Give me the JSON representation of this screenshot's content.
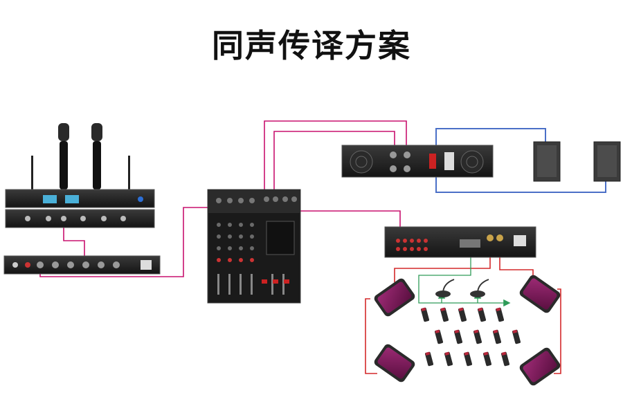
{
  "title": "同声传译方案",
  "colors": {
    "audio_cable": "#c8106e",
    "speaker_cable": "#4a6fc7",
    "ir_signal_cable": "#2e9b58",
    "radiator_cable": "#d4282a",
    "device_body": "#1c1c1c",
    "radiator_face": "#7a1a58"
  },
  "devices": [
    {
      "name": "wireless-microphone-receiver",
      "icon": "rack-receiver-with-handheld-mics"
    },
    {
      "name": "audio-processor",
      "icon": "rack-unit"
    },
    {
      "name": "mixer",
      "icon": "mixing-console"
    },
    {
      "name": "power-amplifier",
      "icon": "rack-amplifier"
    },
    {
      "name": "loudspeaker-left",
      "icon": "speaker-cabinet"
    },
    {
      "name": "loudspeaker-right",
      "icon": "speaker-cabinet"
    },
    {
      "name": "ir-transmitter",
      "icon": "rack-transmitter"
    },
    {
      "name": "interpreter-unit-1",
      "icon": "gooseneck-microphone"
    },
    {
      "name": "interpreter-unit-2",
      "icon": "gooseneck-microphone"
    },
    {
      "name": "ir-radiator",
      "icon": "infrared-radiator-panel",
      "count": 4
    },
    {
      "name": "ir-receiver",
      "icon": "infrared-receiver",
      "count": 15
    }
  ]
}
